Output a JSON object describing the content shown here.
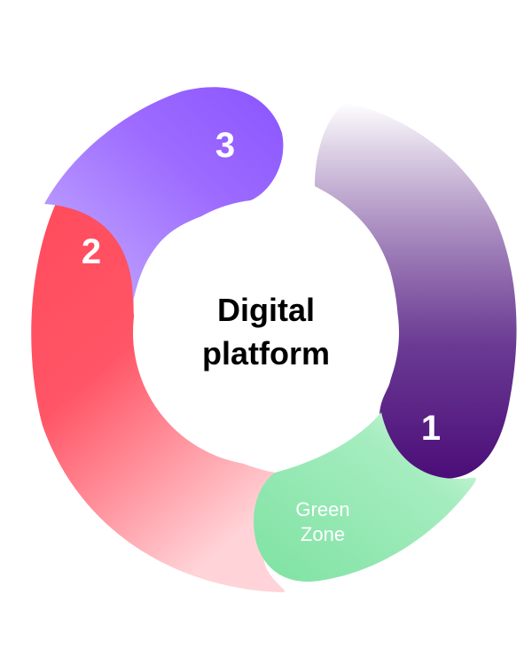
{
  "center": {
    "line1": "Digital",
    "line2": "platform"
  },
  "segments": [
    {
      "label": "1",
      "color": "#4B0D78"
    },
    {
      "label": "2",
      "color": "#FF4B5C"
    },
    {
      "label": "3",
      "color": "#8F5BFF"
    },
    {
      "label_line1": "Green",
      "label_line2": "Zone",
      "color": "#7EE2A2"
    }
  ]
}
